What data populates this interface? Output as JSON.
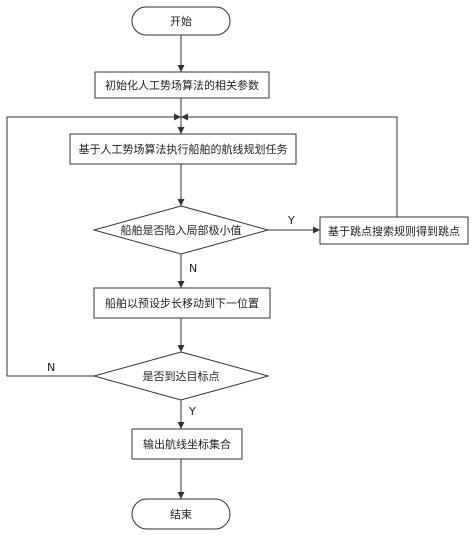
{
  "nodes": {
    "start": "开始",
    "init": "初始化人工势场算法的相关参数",
    "plan": "基于人工势场算法执行船舶的航线规划任务",
    "local_min": "船舶是否陷入局部极小值",
    "jump": "基于跳点搜索规则得到跳点",
    "move": "船舶以预设步长移动到下一位置",
    "reached": "是否到达目标点",
    "output": "输出航线坐标集合",
    "end": "结束"
  },
  "edges": {
    "local_min_yes": "Y",
    "local_min_no": "N",
    "reached_no": "N",
    "reached_yes": "Y"
  }
}
